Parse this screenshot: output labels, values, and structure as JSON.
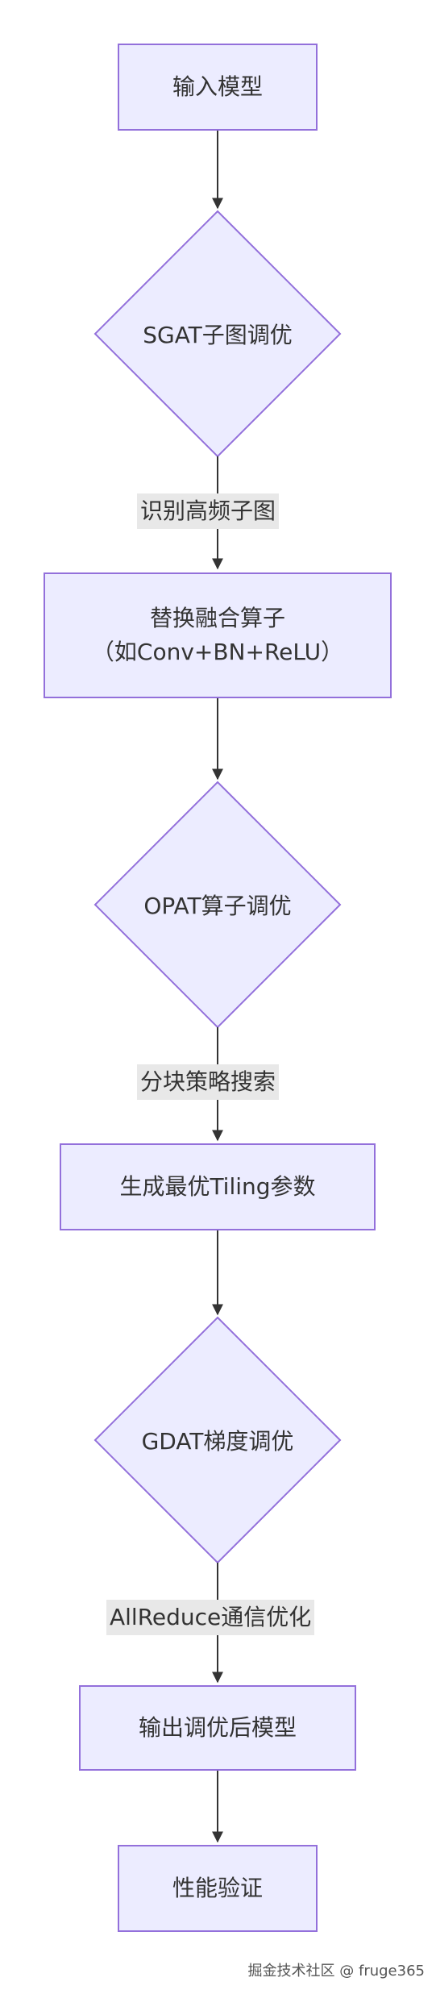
{
  "flowchart": {
    "nodes": {
      "input_model": "输入模型",
      "sgat_tuning": "SGAT子图调优",
      "replace_fused_op_line1": "替换融合算子",
      "replace_fused_op_line2": "（如Conv+BN+ReLU）",
      "opat_tuning": "OPAT算子调优",
      "generate_tiling": "生成最优Tiling参数",
      "gdat_tuning": "GDAT梯度调优",
      "output_model": "输出调优后模型",
      "perf_validation": "性能验证"
    },
    "edge_labels": {
      "identify_subgraphs": "识别高频子图",
      "block_strategy_search": "分块策略搜索",
      "allreduce_optimization": "AllReduce通信优化"
    }
  },
  "watermark": "掘金技术社区 @ fruge365",
  "colors": {
    "node_fill": "#ececff",
    "node_stroke": "#9370db",
    "edge_stroke": "#333333",
    "edge_label_bg": "#e8e8e8"
  }
}
